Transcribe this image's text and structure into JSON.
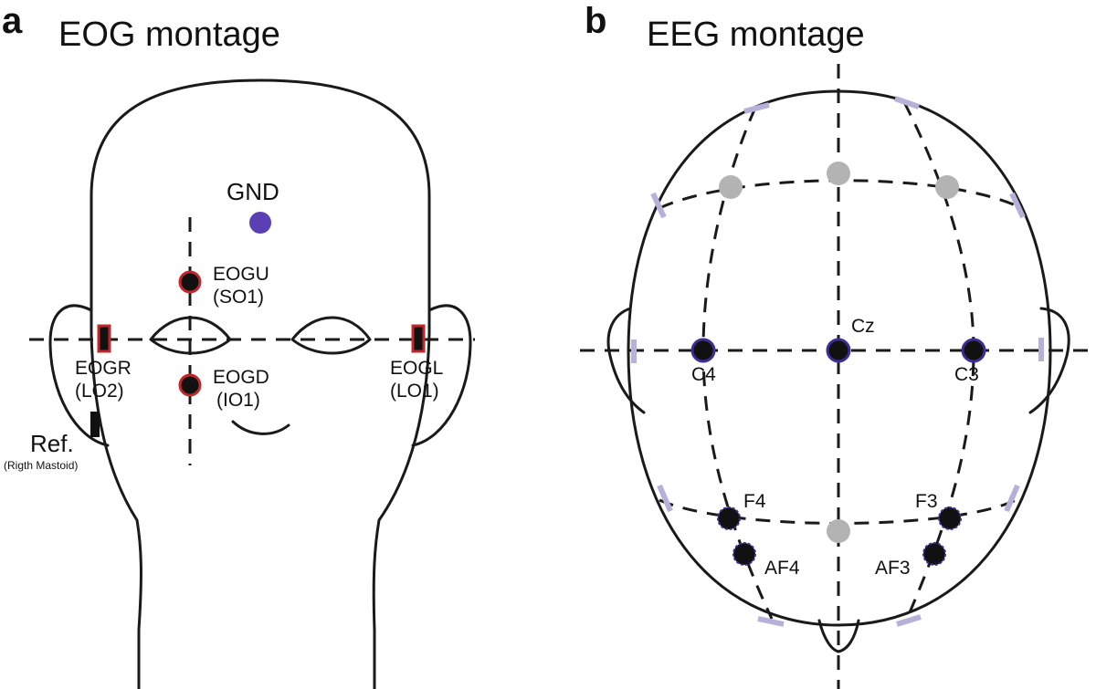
{
  "panels": {
    "a": {
      "letter": "a",
      "title": "EOG montage"
    },
    "b": {
      "letter": "b",
      "title": "EEG montage"
    }
  },
  "eog": {
    "gnd": "GND",
    "eogu": "EOGU",
    "so1": "(SO1)",
    "eogd": "EOGD",
    "io1": "(IO1)",
    "eogr": "EOGR",
    "lo2": "(LO2)",
    "eogl": "EOGL",
    "lo1": "(LO1)",
    "ref": "Ref.",
    "ref_sub": "(Rigth Mastoid)"
  },
  "eeg": {
    "cz": "Cz",
    "c4": "C4",
    "c3": "C3",
    "f4": "F4",
    "f3": "F3",
    "af4": "AF4",
    "af3": "AF3"
  },
  "colors": {
    "gnd": "#5a3fb5",
    "eog_ring": "#c0282d",
    "eeg_ring": "#3d2f96",
    "ghost": "#b3b3b3",
    "edge_tick": "#b7b0d9",
    "line": "#1a1a1a"
  }
}
